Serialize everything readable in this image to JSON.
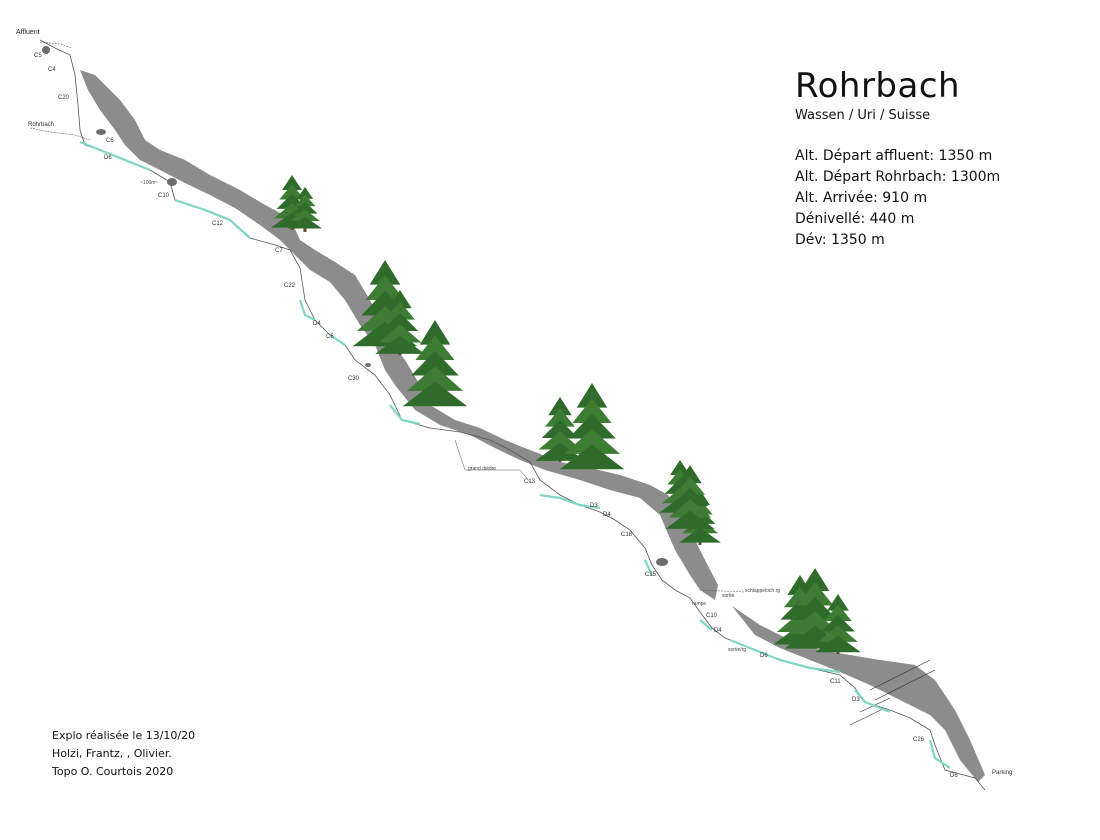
{
  "title": "Rohrbach",
  "subtitle": "Wassen / Uri / Suisse",
  "stats": [
    "Alt. Départ affluent: 1350 m",
    "Alt. Départ Rohrbach: 1300m",
    "Alt. Arrivée: 910 m",
    "Dénivellé: 440 m",
    "Dév: 1350 m"
  ],
  "credits": [
    "Explo réalisée le 13/10/20",
    "Holzi, Frantz, , Olivier.",
    "Topo O. Courtois 2020"
  ],
  "place_labels": {
    "affluent": "Affluent",
    "rohrbach": "Rohrbach",
    "parking": "Parking"
  },
  "obstacles": [
    "C5",
    "C4",
    "C20",
    "C6",
    "D6",
    "C10",
    "C12",
    "C7",
    "C22",
    "D4",
    "C6",
    "C30",
    "C13",
    "D3",
    "D4",
    "C18",
    "C15",
    "C10",
    "D4",
    "D6",
    "C11",
    "D3",
    "C26",
    "D6"
  ],
  "notes": {
    "approx_100m": "~100m~",
    "grand_diedre": "grand dièdre",
    "schlappeloch": "schlappeloch rg",
    "rampe": "rampe",
    "sortie": "sortie",
    "sortie_rg": "sortie/rg"
  },
  "colors": {
    "rock": "#8c8c8c",
    "water": "#7fd6c6",
    "line": "#555555",
    "tree": "#2f6b2a",
    "trunk": "#6b4a2a"
  }
}
